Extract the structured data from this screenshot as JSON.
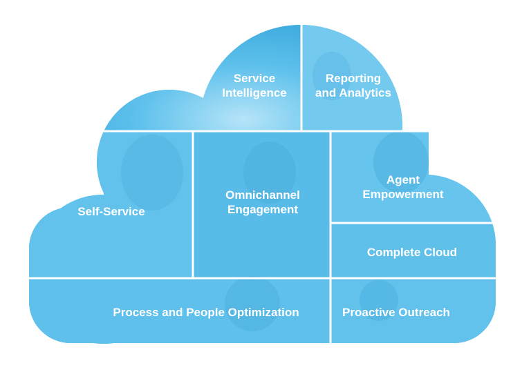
{
  "tiles": {
    "service_intelligence": [
      "Service",
      "Intelligence"
    ],
    "reporting_analytics": [
      "Reporting",
      "and Analytics"
    ],
    "self_service": "Self-Service",
    "omnichannel": [
      "Omnichannel",
      "Engagement"
    ],
    "agent_empowerment": [
      "Agent",
      "Empowerment"
    ],
    "complete_cloud": "Complete Cloud",
    "process_people": "Process and People Optimization",
    "proactive_outreach": "Proactive Outreach"
  },
  "colors": {
    "base": "#5cc0ec",
    "light": "#8fd3f3",
    "dark": "#3aa6d8",
    "divider": "#ffffff"
  }
}
